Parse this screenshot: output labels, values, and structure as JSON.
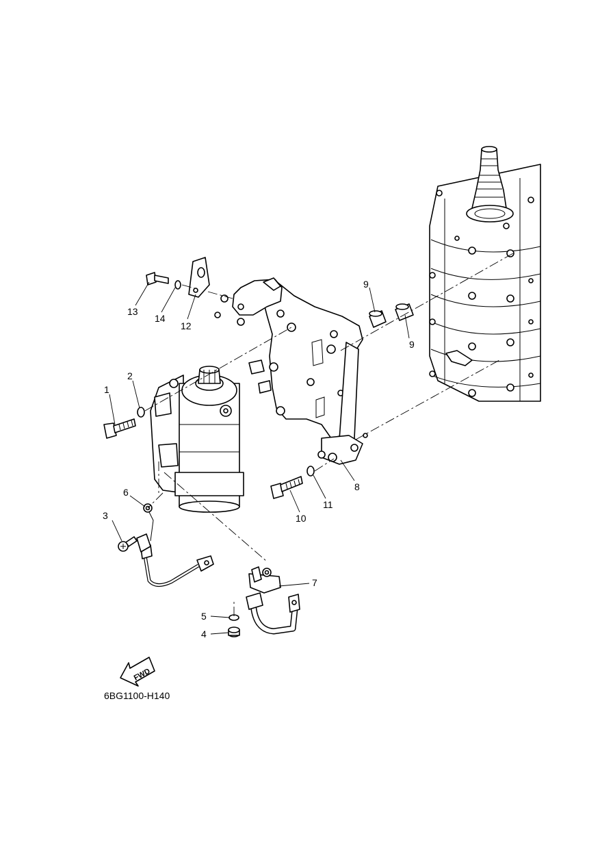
{
  "diagram": {
    "code": "6BG1100-H140",
    "fwd_label": "FWD",
    "callouts": [
      "1",
      "2",
      "3",
      "4",
      "5",
      "6",
      "7",
      "8",
      "9",
      "9",
      "10",
      "11",
      "12",
      "13",
      "14"
    ]
  }
}
